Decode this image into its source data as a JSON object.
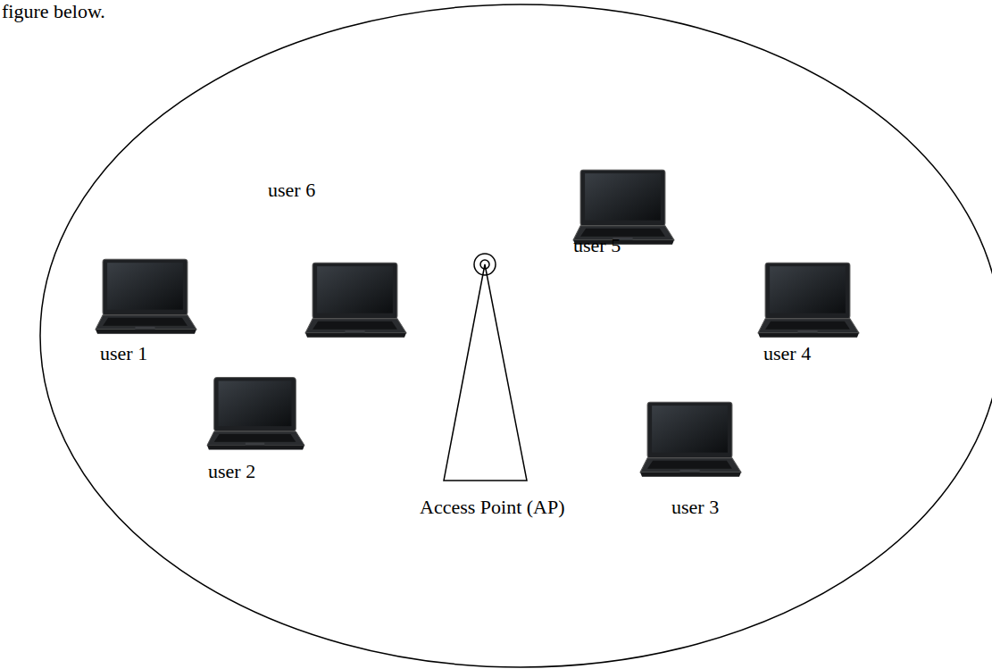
{
  "diagram": {
    "labels": [
      "figure below.",
      "user 6",
      "user 5",
      "user 1",
      "user 4",
      "user 2",
      "Access Point (AP)",
      "user 3"
    ]
  }
}
